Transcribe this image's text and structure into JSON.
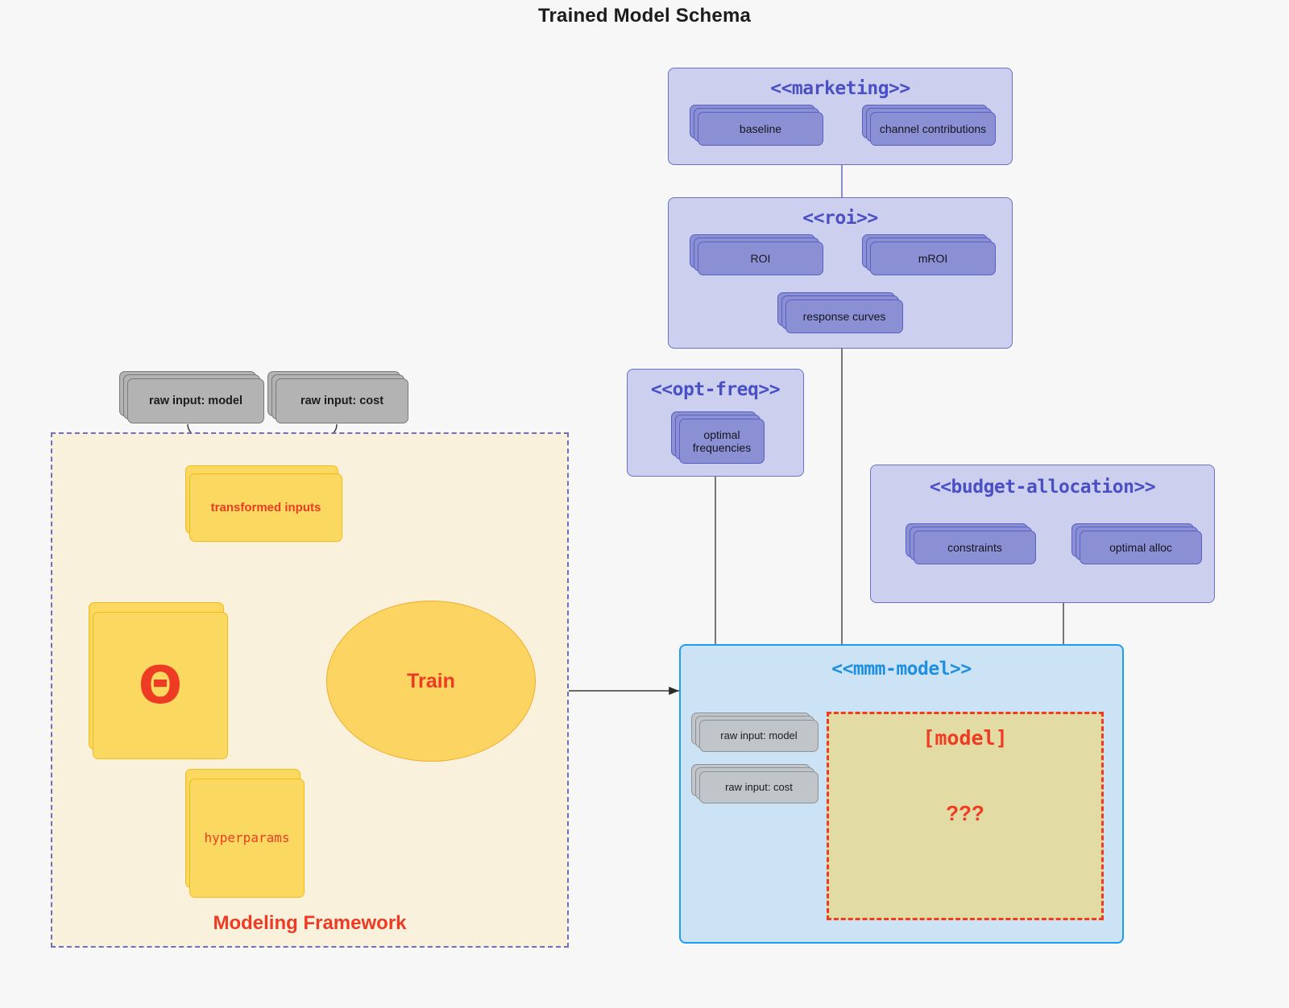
{
  "title": "Trained Model Schema",
  "colors": {
    "background": "#f7f7f7",
    "package_purple_fill": "#ccd0ee",
    "package_purple_stroke": "#6b70c6",
    "package_blue_fill": "#cce3f6",
    "package_blue_stroke": "#1e9ef0",
    "node_purple_fill": "#8b90d4",
    "node_purple_stroke": "#5a60c2",
    "node_grey_fill": "#b3b3b3",
    "node_yellow_fill": "#fbd85f",
    "accent_red": "#ee3b24",
    "framework_fill": "#faf1dd",
    "model_box_fill": "#e2dba3"
  },
  "packages": {
    "marketing": {
      "title": "<<marketing>>",
      "nodes": [
        {
          "label": "baseline"
        },
        {
          "label": "channel contributions"
        }
      ]
    },
    "roi": {
      "title": "<<roi>>",
      "nodes": [
        {
          "label": "ROI"
        },
        {
          "label": "mROI"
        },
        {
          "label": "response curves"
        }
      ]
    },
    "opt_freq": {
      "title": "<<opt-freq>>",
      "nodes": [
        {
          "label": "optimal\nfrequencies",
          "line1": "optimal",
          "line2": "frequencies"
        }
      ]
    },
    "budget_allocation": {
      "title": "<<budget-allocation>>",
      "nodes": [
        {
          "label": "constraints"
        },
        {
          "label": "optimal alloc"
        }
      ]
    },
    "mmm_model": {
      "title": "<<mmm-model>>",
      "nodes": [
        {
          "label": "raw input: model"
        },
        {
          "label": "raw input: cost"
        }
      ],
      "model_box": {
        "title": "[model]",
        "subtitle": "???"
      }
    }
  },
  "framework": {
    "label": "Modeling Framework",
    "raw_inputs": [
      {
        "label": "raw input: model"
      },
      {
        "label": "raw input: cost"
      }
    ],
    "transformed_inputs": {
      "label": "transformed inputs"
    },
    "theta": {
      "glyph": "Θ"
    },
    "hyperparams": {
      "label": "hyperparams"
    },
    "train": {
      "label": "Train"
    }
  }
}
